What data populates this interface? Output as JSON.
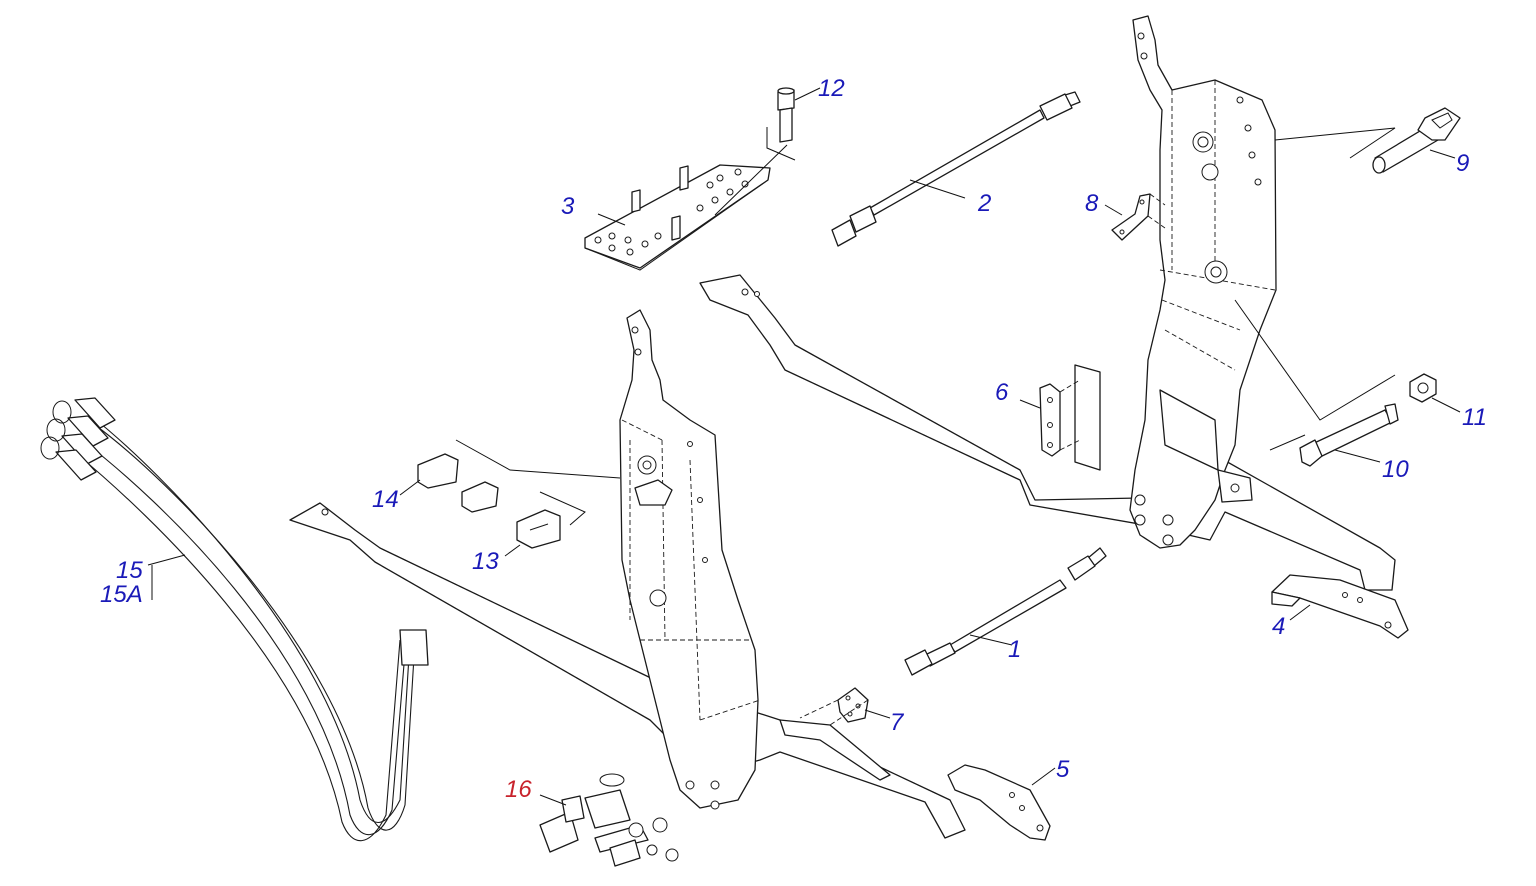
{
  "diagram": {
    "type": "exploded-parts-diagram",
    "colors": {
      "callout": "#1a1ab8",
      "callout_highlight": "#c8232c",
      "linework": "#1a1a1a"
    }
  },
  "callouts": {
    "c1": "1",
    "c2": "2",
    "c3": "3",
    "c4": "4",
    "c5": "5",
    "c6": "6",
    "c7": "7",
    "c8": "8",
    "c9": "9",
    "c10": "10",
    "c11": "11",
    "c12": "12",
    "c13": "13",
    "c14": "14",
    "c15": "15",
    "c15a": "15A",
    "c16": "16"
  }
}
